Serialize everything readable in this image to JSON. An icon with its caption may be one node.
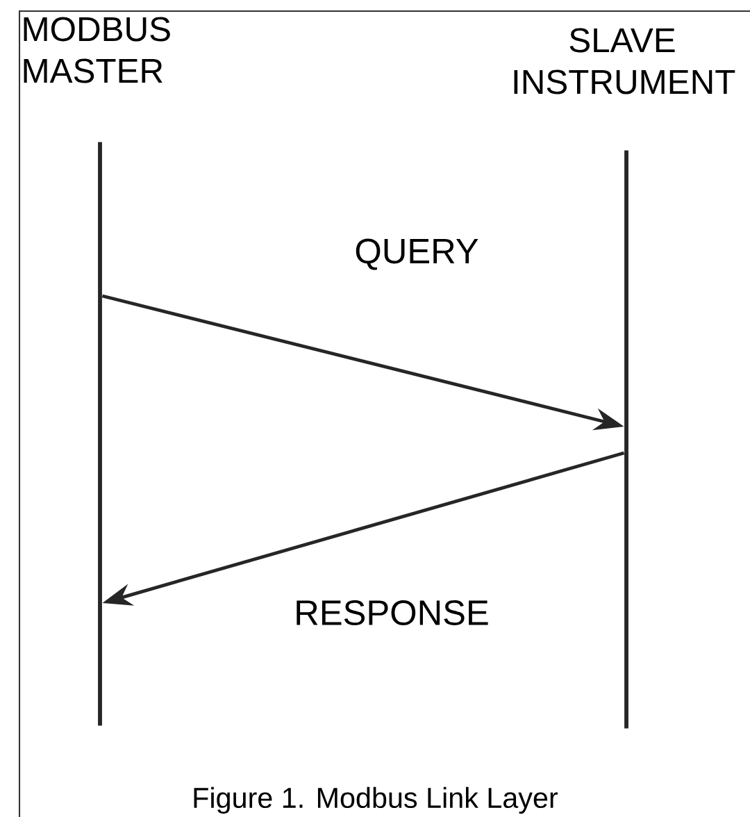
{
  "diagram": {
    "caption": "Figure 1. Modbus Link Layer",
    "nodes": [
      {
        "text": [
          "MODBUS MASTER"
        ]
      },
      {
        "text": [
          "SLAVE INSTRUMENT"
        ]
      }
    ],
    "edges": [
      {
        "from": 0,
        "to": 1,
        "arrow": "to",
        "label": "QUERY"
      },
      {
        "from": 1,
        "to": 0,
        "arrow": "to",
        "label": "RESPONSE"
      }
    ]
  }
}
